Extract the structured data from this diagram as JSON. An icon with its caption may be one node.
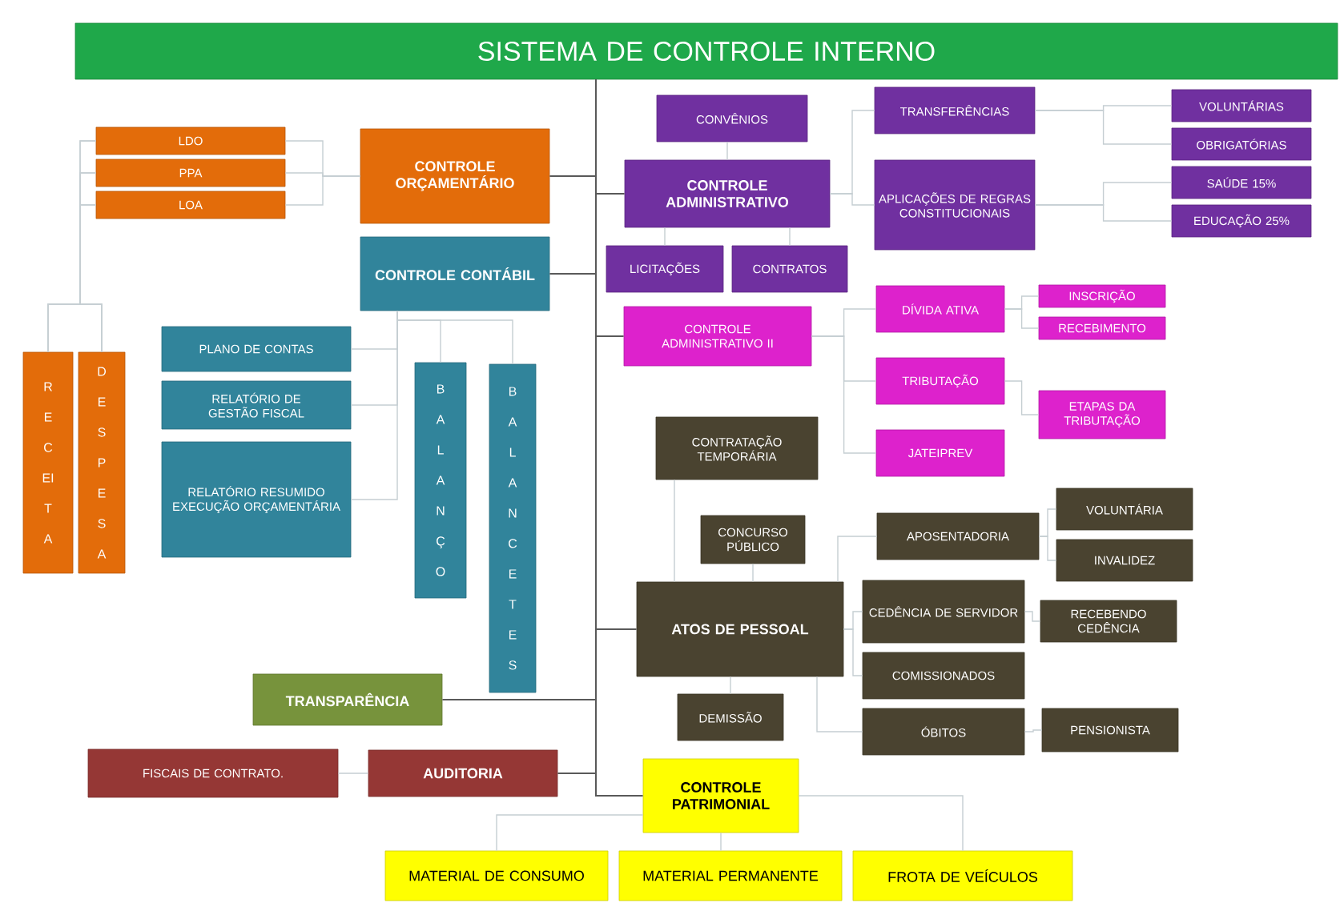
{
  "diagram": {
    "nodes": [
      {
        "text": [
          "SISTEMA DE CONTROLE INTERNO"
        ]
      },
      {
        "text": [
          "LDO"
        ]
      },
      {
        "text": [
          "PPA"
        ]
      },
      {
        "text": [
          "LOA"
        ]
      },
      {
        "text": [
          "CONTROLE ORÇAMENTÁRIO"
        ]
      },
      {
        "text": [
          "CONTROLE CONTÁBIL"
        ]
      },
      {
        "text": [
          "RECEITA"
        ]
      },
      {
        "text": [
          "DESPESA"
        ]
      },
      {
        "text": [
          "PLANO DE CONTAS"
        ]
      },
      {
        "text": [
          "RELATÓRIO DE GESTÃO FISCAL"
        ]
      },
      {
        "text": [
          "RELATÓRIO RESUMIDO EXECUÇÃO ORÇAMENTÁRIA"
        ]
      },
      {
        "text": [
          "BALANÇO"
        ]
      },
      {
        "text": [
          "BALANCETES"
        ]
      },
      {
        "text": [
          "CONVÊNIOS"
        ]
      },
      {
        "text": [
          "CONTROLE ADMINISTRATIVO"
        ]
      },
      {
        "text": [
          "LICITAÇÕES"
        ]
      },
      {
        "text": [
          "CONTRATOS"
        ]
      },
      {
        "text": [
          "TRANSFERÊNCIAS"
        ]
      },
      {
        "text": [
          "APLICAÇÕES DE REGRAS CONSTITUCIONAIS"
        ]
      },
      {
        "text": [
          "VOLUNTÁRIAS"
        ]
      },
      {
        "text": [
          "OBRIGATÓRIAS"
        ]
      },
      {
        "text": [
          "SAÚDE 15%"
        ]
      },
      {
        "text": [
          "EDUCAÇÃO 25%"
        ]
      },
      {
        "text": [
          "CONTROLE ADMINISTRATIVO II"
        ]
      },
      {
        "text": [
          "DÍVIDA ATIVA"
        ]
      },
      {
        "text": [
          "INSCRIÇÃO"
        ]
      },
      {
        "text": [
          "RECEBIMENTO"
        ]
      },
      {
        "text": [
          "TRIBUTAÇÃO"
        ]
      },
      {
        "text": [
          "ETAPAS DA TRIBUTAÇÃO"
        ]
      },
      {
        "text": [
          "JATEIPREV"
        ]
      },
      {
        "text": [
          "CONTRATAÇÃO TEMPORÁRIA"
        ]
      },
      {
        "text": [
          "CONCURSO PÚBLICO"
        ]
      },
      {
        "text": [
          "ATOS DE PESSOAL"
        ]
      },
      {
        "text": [
          "APOSENTADORIA"
        ]
      },
      {
        "text": [
          "VOLUNTÁRIA"
        ]
      },
      {
        "text": [
          "INVALIDEZ"
        ]
      },
      {
        "text": [
          "CEDÊNCIA DE SERVIDOR"
        ]
      },
      {
        "text": [
          "RECEBENDO CEDÊNCIA"
        ]
      },
      {
        "text": [
          "COMISSIONADOS"
        ]
      },
      {
        "text": [
          "DEMISSÃO"
        ]
      },
      {
        "text": [
          "ÓBITOS"
        ]
      },
      {
        "text": [
          "PENSIONISTA"
        ]
      },
      {
        "text": [
          "TRANSPARÊNCIA"
        ]
      },
      {
        "text": [
          "FISCAIS DE CONTRATO."
        ]
      },
      {
        "text": [
          "AUDITORIA"
        ]
      },
      {
        "text": [
          "CONTROLE PATRIMONIAL"
        ]
      },
      {
        "text": [
          "MATERIAL DE CONSUMO"
        ]
      },
      {
        "text": [
          "MATERIAL PERMANENTE"
        ]
      },
      {
        "text": [
          "FROTA DE VEÍCULOS"
        ]
      }
    ],
    "edges": [
      {
        "from": 0,
        "to": 4,
        "arrow": "none",
        "color": "#595959"
      },
      {
        "from": 0,
        "to": 5,
        "arrow": "none",
        "color": "#595959"
      },
      {
        "from": 0,
        "to": 14,
        "arrow": "none",
        "color": "#595959"
      },
      {
        "from": 0,
        "to": 23,
        "arrow": "none",
        "color": "#595959"
      },
      {
        "from": 0,
        "to": 32,
        "arrow": "none",
        "color": "#595959"
      },
      {
        "from": 0,
        "to": 42,
        "arrow": "none",
        "color": "#595959"
      },
      {
        "from": 0,
        "to": 44,
        "arrow": "none",
        "color": "#595959"
      },
      {
        "from": 0,
        "to": 45,
        "arrow": "none",
        "color": "#595959"
      },
      {
        "from": 4,
        "to": 1,
        "arrow": "none"
      },
      {
        "from": 4,
        "to": 2,
        "arrow": "none"
      },
      {
        "from": 4,
        "to": 3,
        "arrow": "none"
      },
      {
        "from": 1,
        "to": 6,
        "arrow": "none"
      },
      {
        "from": 1,
        "to": 7,
        "arrow": "none"
      },
      {
        "from": 2,
        "to": 6,
        "arrow": "none"
      },
      {
        "from": 2,
        "to": 7,
        "arrow": "none"
      },
      {
        "from": 3,
        "to": 6,
        "arrow": "none"
      },
      {
        "from": 3,
        "to": 7,
        "arrow": "none"
      },
      {
        "from": 5,
        "to": 8,
        "arrow": "none"
      },
      {
        "from": 5,
        "to": 9,
        "arrow": "none"
      },
      {
        "from": 5,
        "to": 10,
        "arrow": "none"
      },
      {
        "from": 5,
        "to": 11,
        "arrow": "none"
      },
      {
        "from": 5,
        "to": 12,
        "arrow": "none"
      },
      {
        "from": 14,
        "to": 13,
        "arrow": "none"
      },
      {
        "from": 14,
        "to": 15,
        "arrow": "none"
      },
      {
        "from": 14,
        "to": 16,
        "arrow": "none"
      },
      {
        "from": 14,
        "to": 17,
        "arrow": "none"
      },
      {
        "from": 14,
        "to": 18,
        "arrow": "none"
      },
      {
        "from": 17,
        "to": 19,
        "arrow": "none"
      },
      {
        "from": 17,
        "to": 20,
        "arrow": "none"
      },
      {
        "from": 18,
        "to": 21,
        "arrow": "none"
      },
      {
        "from": 18,
        "to": 22,
        "arrow": "none"
      },
      {
        "from": 23,
        "to": 24,
        "arrow": "none"
      },
      {
        "from": 23,
        "to": 27,
        "arrow": "none"
      },
      {
        "from": 23,
        "to": 29,
        "arrow": "none"
      },
      {
        "from": 24,
        "to": 25,
        "arrow": "none"
      },
      {
        "from": 24,
        "to": 26,
        "arrow": "none"
      },
      {
        "from": 27,
        "to": 28,
        "arrow": "none"
      },
      {
        "from": 32,
        "to": 30,
        "arrow": "none"
      },
      {
        "from": 32,
        "to": 31,
        "arrow": "none"
      },
      {
        "from": 32,
        "to": 33,
        "arrow": "none"
      },
      {
        "from": 32,
        "to": 36,
        "arrow": "none"
      },
      {
        "from": 32,
        "to": 38,
        "arrow": "none"
      },
      {
        "from": 32,
        "to": 39,
        "arrow": "none"
      },
      {
        "from": 32,
        "to": 40,
        "arrow": "none"
      },
      {
        "from": 33,
        "to": 34,
        "arrow": "none"
      },
      {
        "from": 33,
        "to": 35,
        "arrow": "none"
      },
      {
        "from": 36,
        "to": 37,
        "arrow": "none"
      },
      {
        "from": 40,
        "to": 41,
        "arrow": "none"
      },
      {
        "from": 44,
        "to": 43,
        "arrow": "none"
      },
      {
        "from": 45,
        "to": 46,
        "arrow": "none"
      },
      {
        "from": 45,
        "to": 47,
        "arrow": "none"
      },
      {
        "from": 45,
        "to": 48,
        "arrow": "none"
      }
    ]
  }
}
